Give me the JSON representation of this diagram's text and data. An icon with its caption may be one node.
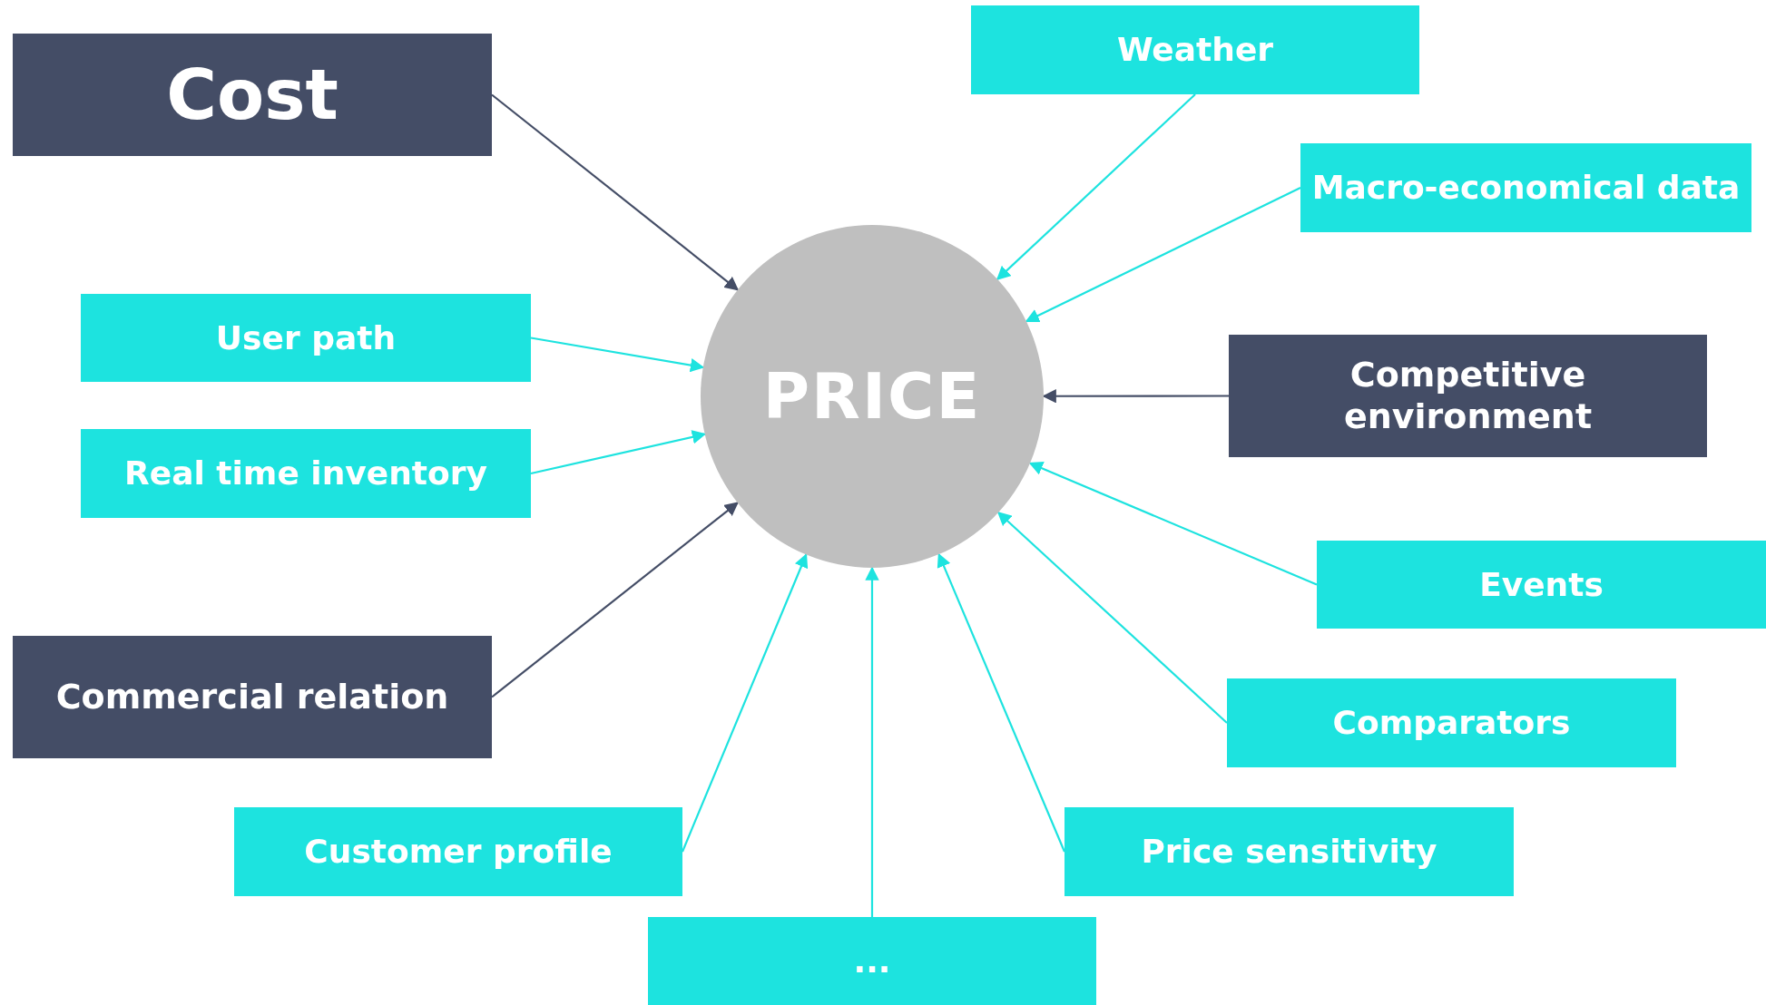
{
  "diagram": {
    "nodes": [
      {
        "text": [
          "PRICE"
        ]
      },
      {
        "text": [
          "Cost"
        ]
      },
      {
        "text": [
          "Weather"
        ]
      },
      {
        "text": [
          "Macro-economical data"
        ]
      },
      {
        "text": [
          "User path"
        ]
      },
      {
        "text": [
          "Real time inventory"
        ]
      },
      {
        "text": [
          "Competitive environment"
        ]
      },
      {
        "text": [
          "Events"
        ]
      },
      {
        "text": [
          "Commercial relation"
        ]
      },
      {
        "text": [
          "Comparators"
        ]
      },
      {
        "text": [
          "Customer profile"
        ]
      },
      {
        "text": [
          "Price sensitivity"
        ]
      },
      {
        "text": [
          "..."
        ]
      }
    ],
    "edges": [
      {
        "from": 1,
        "to": 0,
        "arrow": "to",
        "color": "#444d66"
      },
      {
        "from": 2,
        "to": 0,
        "arrow": "to"
      },
      {
        "from": 3,
        "to": 0,
        "arrow": "to"
      },
      {
        "from": 4,
        "to": 0,
        "arrow": "to"
      },
      {
        "from": 5,
        "to": 0,
        "arrow": "to"
      },
      {
        "from": 6,
        "to": 0,
        "arrow": "to",
        "color": "#444d66"
      },
      {
        "from": 7,
        "to": 0,
        "arrow": "to"
      },
      {
        "from": 8,
        "to": 0,
        "arrow": "to",
        "color": "#444d66"
      },
      {
        "from": 9,
        "to": 0,
        "arrow": "to"
      },
      {
        "from": 10,
        "to": 0,
        "arrow": "to"
      },
      {
        "from": 11,
        "to": 0,
        "arrow": "to"
      },
      {
        "from": 12,
        "to": 0,
        "arrow": "to"
      }
    ]
  }
}
